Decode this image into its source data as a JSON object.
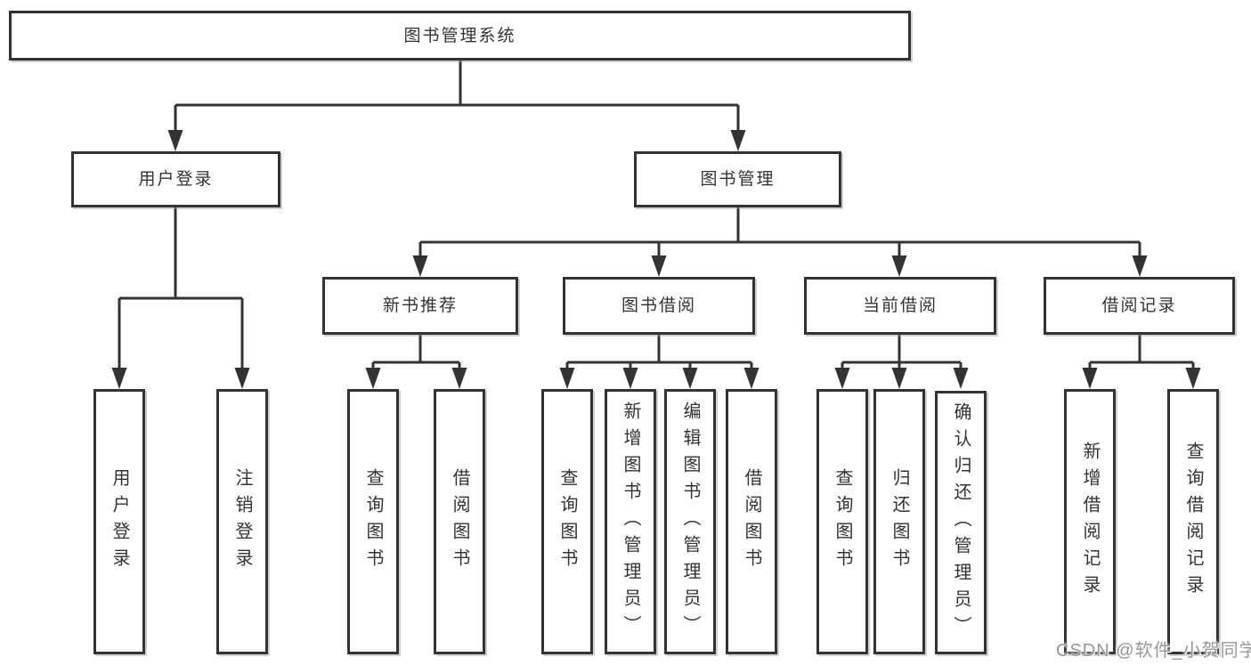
{
  "colors": {
    "line": "#333333",
    "text": "#333333",
    "background": "#ffffff",
    "watermark": "#97979a"
  },
  "watermark": {
    "text": "CSDN @软件_小贺同学"
  },
  "tree": {
    "label": "图书管理系统",
    "children": [
      {
        "label": "用户登录",
        "children": [
          {
            "label": "用户登录"
          },
          {
            "label": "注销登录"
          }
        ]
      },
      {
        "label": "图书管理",
        "children": [
          {
            "label": "新书推荐",
            "children": [
              {
                "label": "查询图书"
              },
              {
                "label": "借阅图书"
              }
            ]
          },
          {
            "label": "图书借阅",
            "children": [
              {
                "label": "查询图书"
              },
              {
                "label": "新增图书（管理员）"
              },
              {
                "label": "编辑图书（管理员）"
              },
              {
                "label": "借阅图书"
              }
            ]
          },
          {
            "label": "当前借阅",
            "children": [
              {
                "label": "查询图书"
              },
              {
                "label": "归还图书"
              },
              {
                "label": "确认归还（管理员）"
              }
            ]
          },
          {
            "label": "借阅记录",
            "children": [
              {
                "label": "新增借阅记录"
              },
              {
                "label": "查询借阅记录"
              }
            ]
          }
        ]
      }
    ]
  }
}
